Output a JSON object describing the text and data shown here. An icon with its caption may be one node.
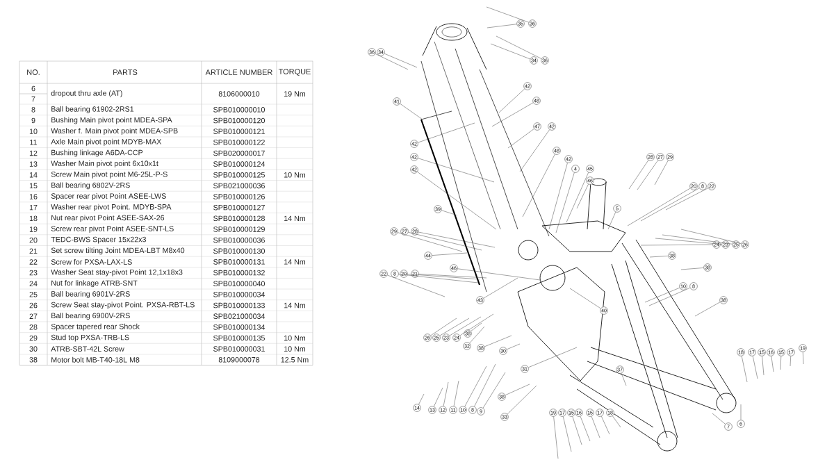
{
  "diagram": {
    "nodes": [
      {
        "text": [
          "35"
        ]
      },
      {
        "text": [
          "36"
        ]
      },
      {
        "text": [
          "36"
        ]
      },
      {
        "text": [
          "34"
        ]
      },
      {
        "text": [
          "34"
        ]
      },
      {
        "text": [
          "36"
        ]
      },
      {
        "text": [
          "42"
        ]
      },
      {
        "text": [
          "41"
        ]
      },
      {
        "text": [
          "48"
        ]
      },
      {
        "text": [
          "47"
        ]
      },
      {
        "text": [
          "42"
        ]
      },
      {
        "text": [
          "42"
        ]
      },
      {
        "text": [
          "42"
        ]
      },
      {
        "text": [
          "28"
        ]
      },
      {
        "text": [
          "27"
        ]
      },
      {
        "text": [
          "29"
        ]
      },
      {
        "text": [
          "42"
        ]
      },
      {
        "text": [
          "48"
        ]
      },
      {
        "text": [
          "42"
        ]
      },
      {
        "text": [
          "4"
        ]
      },
      {
        "text": [
          "45"
        ]
      },
      {
        "text": [
          "46"
        ]
      },
      {
        "text": [
          "20"
        ]
      },
      {
        "text": [
          "8"
        ]
      },
      {
        "text": [
          "22"
        ]
      },
      {
        "text": [
          "5"
        ]
      },
      {
        "text": [
          "39"
        ]
      },
      {
        "text": [
          "29"
        ]
      },
      {
        "text": [
          "27"
        ]
      },
      {
        "text": [
          "28"
        ]
      },
      {
        "text": [
          "24"
        ]
      },
      {
        "text": [
          "23"
        ]
      },
      {
        "text": [
          "25"
        ]
      },
      {
        "text": [
          "26"
        ]
      },
      {
        "text": [
          "44"
        ]
      },
      {
        "text": [
          "38"
        ]
      },
      {
        "text": [
          "46"
        ]
      },
      {
        "text": [
          "38"
        ]
      },
      {
        "text": [
          "22"
        ]
      },
      {
        "text": [
          "8"
        ]
      },
      {
        "text": [
          "20"
        ]
      },
      {
        "text": [
          "21"
        ]
      },
      {
        "text": [
          "10"
        ]
      },
      {
        "text": [
          "8"
        ]
      },
      {
        "text": [
          "38"
        ]
      },
      {
        "text": [
          "43"
        ]
      },
      {
        "text": [
          "40"
        ]
      },
      {
        "text": [
          "38"
        ]
      },
      {
        "text": [
          "26"
        ]
      },
      {
        "text": [
          "25"
        ]
      },
      {
        "text": [
          "23"
        ]
      },
      {
        "text": [
          "24"
        ]
      },
      {
        "text": [
          "32"
        ]
      },
      {
        "text": [
          "38"
        ]
      },
      {
        "text": [
          "30"
        ]
      },
      {
        "text": [
          "18"
        ]
      },
      {
        "text": [
          "17"
        ]
      },
      {
        "text": [
          "15"
        ]
      },
      {
        "text": [
          "16"
        ]
      },
      {
        "text": [
          "15"
        ]
      },
      {
        "text": [
          "17"
        ]
      },
      {
        "text": [
          "19"
        ]
      },
      {
        "text": [
          "31"
        ]
      },
      {
        "text": [
          "37"
        ]
      },
      {
        "text": [
          "38"
        ]
      },
      {
        "text": [
          "14"
        ]
      },
      {
        "text": [
          "13"
        ]
      },
      {
        "text": [
          "12"
        ]
      },
      {
        "text": [
          "11"
        ]
      },
      {
        "text": [
          "10"
        ]
      },
      {
        "text": [
          "8"
        ]
      },
      {
        "text": [
          "9"
        ]
      },
      {
        "text": [
          "19"
        ]
      },
      {
        "text": [
          "17"
        ]
      },
      {
        "text": [
          "15"
        ]
      },
      {
        "text": [
          "16"
        ]
      },
      {
        "text": [
          "15"
        ]
      },
      {
        "text": [
          "17"
        ]
      },
      {
        "text": [
          "18"
        ]
      },
      {
        "text": [
          "33"
        ]
      },
      {
        "text": [
          "7"
        ]
      },
      {
        "text": [
          "6"
        ]
      }
    ],
    "edges": [
      {
        "from": 0,
        "to": null,
        "arrow": "none"
      },
      {
        "from": 1,
        "to": null,
        "arrow": "none"
      },
      {
        "from": 2,
        "to": null,
        "arrow": "none"
      },
      {
        "from": 3,
        "to": null,
        "arrow": "none"
      },
      {
        "from": 4,
        "to": null,
        "arrow": "none"
      },
      {
        "from": 5,
        "to": null,
        "arrow": "none"
      },
      {
        "from": 6,
        "to": null,
        "arrow": "none"
      },
      {
        "from": 7,
        "to": null,
        "arrow": "none"
      },
      {
        "from": 8,
        "to": null,
        "arrow": "none"
      },
      {
        "from": 9,
        "to": null,
        "arrow": "none"
      },
      {
        "from": 10,
        "to": null,
        "arrow": "none"
      },
      {
        "from": 11,
        "to": null,
        "arrow": "none"
      },
      {
        "from": 12,
        "to": null,
        "arrow": "none"
      },
      {
        "from": 13,
        "to": null,
        "arrow": "none"
      },
      {
        "from": 14,
        "to": null,
        "arrow": "none"
      },
      {
        "from": 15,
        "to": null,
        "arrow": "none"
      },
      {
        "from": 16,
        "to": null,
        "arrow": "none"
      },
      {
        "from": 17,
        "to": null,
        "arrow": "none"
      },
      {
        "from": 18,
        "to": null,
        "arrow": "none"
      },
      {
        "from": 19,
        "to": null,
        "arrow": "none"
      },
      {
        "from": 20,
        "to": null,
        "arrow": "none"
      },
      {
        "from": 21,
        "to": null,
        "arrow": "none"
      },
      {
        "from": 22,
        "to": null,
        "arrow": "none"
      },
      {
        "from": 23,
        "to": null,
        "arrow": "none"
      },
      {
        "from": 24,
        "to": null,
        "arrow": "none"
      },
      {
        "from": 25,
        "to": null,
        "arrow": "none"
      },
      {
        "from": 26,
        "to": null,
        "arrow": "none"
      },
      {
        "from": 27,
        "to": null,
        "arrow": "none"
      },
      {
        "from": 28,
        "to": null,
        "arrow": "none"
      },
      {
        "from": 29,
        "to": null,
        "arrow": "none"
      },
      {
        "from": 30,
        "to": null,
        "arrow": "none"
      },
      {
        "from": 31,
        "to": null,
        "arrow": "none"
      },
      {
        "from": 32,
        "to": null,
        "arrow": "none"
      },
      {
        "from": 33,
        "to": null,
        "arrow": "none"
      },
      {
        "from": 34,
        "to": null,
        "arrow": "none"
      },
      {
        "from": 35,
        "to": null,
        "arrow": "none"
      },
      {
        "from": 36,
        "to": null,
        "arrow": "none"
      },
      {
        "from": 37,
        "to": null,
        "arrow": "none"
      },
      {
        "from": 38,
        "to": null,
        "arrow": "none"
      },
      {
        "from": 39,
        "to": null,
        "arrow": "none"
      },
      {
        "from": 40,
        "to": null,
        "arrow": "none"
      },
      {
        "from": 41,
        "to": null,
        "arrow": "none"
      },
      {
        "from": 42,
        "to": null,
        "arrow": "none"
      },
      {
        "from": 43,
        "to": null,
        "arrow": "none"
      },
      {
        "from": 44,
        "to": null,
        "arrow": "none"
      },
      {
        "from": 45,
        "to": null,
        "arrow": "none"
      },
      {
        "from": 46,
        "to": null,
        "arrow": "none"
      },
      {
        "from": 47,
        "to": null,
        "arrow": "none"
      },
      {
        "from": 48,
        "to": null,
        "arrow": "none"
      },
      {
        "from": 49,
        "to": null,
        "arrow": "none"
      },
      {
        "from": 50,
        "to": null,
        "arrow": "none"
      },
      {
        "from": 51,
        "to": null,
        "arrow": "none"
      },
      {
        "from": 52,
        "to": null,
        "arrow": "none"
      },
      {
        "from": 53,
        "to": null,
        "arrow": "none"
      },
      {
        "from": 54,
        "to": null,
        "arrow": "none"
      },
      {
        "from": 55,
        "to": null,
        "arrow": "none"
      },
      {
        "from": 56,
        "to": null,
        "arrow": "none"
      },
      {
        "from": 57,
        "to": null,
        "arrow": "none"
      },
      {
        "from": 58,
        "to": null,
        "arrow": "none"
      },
      {
        "from": 59,
        "to": null,
        "arrow": "none"
      },
      {
        "from": 60,
        "to": null,
        "arrow": "none"
      },
      {
        "from": 61,
        "to": null,
        "arrow": "none"
      },
      {
        "from": 62,
        "to": null,
        "arrow": "none"
      },
      {
        "from": 63,
        "to": null,
        "arrow": "none"
      },
      {
        "from": 64,
        "to": null,
        "arrow": "none"
      },
      {
        "from": 65,
        "to": null,
        "arrow": "none"
      },
      {
        "from": 66,
        "to": null,
        "arrow": "none"
      },
      {
        "from": 67,
        "to": null,
        "arrow": "none"
      },
      {
        "from": 68,
        "to": null,
        "arrow": "none"
      },
      {
        "from": 69,
        "to": null,
        "arrow": "none"
      },
      {
        "from": 70,
        "to": null,
        "arrow": "none"
      },
      {
        "from": 71,
        "to": null,
        "arrow": "none"
      },
      {
        "from": 72,
        "to": null,
        "arrow": "none"
      },
      {
        "from": 73,
        "to": null,
        "arrow": "none"
      },
      {
        "from": 74,
        "to": null,
        "arrow": "none"
      },
      {
        "from": 75,
        "to": null,
        "arrow": "none"
      },
      {
        "from": 76,
        "to": null,
        "arrow": "none"
      },
      {
        "from": 77,
        "to": null,
        "arrow": "none"
      },
      {
        "from": 78,
        "to": null,
        "arrow": "none"
      },
      {
        "from": 79,
        "to": null,
        "arrow": "none"
      },
      {
        "from": 80,
        "to": null,
        "arrow": "none"
      },
      {
        "from": 81,
        "to": null,
        "arrow": "none"
      }
    ],
    "labels": [
      "NO.",
      "PARTS",
      "ARTICLE NUMBER",
      "TORQUE",
      "6",
      "dropout thru axle (AT)",
      "8106000010",
      "19 Nm",
      "7",
      "8",
      "Ball bearing 61902-2RS1",
      "SPB010000010",
      "9",
      "Bushing Main pivot point MDEA-SPA",
      "SPB010000120",
      "10",
      "Washer f. Main pivot point MDEA-SPB",
      "SPB010000121",
      "11",
      "Axle Main pivot point MDYB-MAX",
      "SPB010000122",
      "12",
      "Bushing linkage A6DA-CCP",
      "SPB020000017",
      "13",
      "Washer Main pivot point 6x10x1t",
      "SPB010000124",
      "14",
      "Screw Main pivot point M6-25L-P-S",
      "SPB010000125",
      "10 Nm",
      "15",
      "Ball bearing 6802V-2RS",
      "SPB021000036",
      "16",
      "Spacer rear pivot Point ASEE-LWS",
      "SPB010000126",
      "17",
      "Washer rear pivot Point. MDYB-SPA",
      "SPB010000127",
      "18",
      "Nut rear pivot Point ASEE-SAX-26",
      "SPB010000128",
      "14 Nm",
      "19",
      "Screw rear pivot Point ASEE-SNT-LS",
      "SPB010000129",
      "20",
      "TEDC-BWS Spacer 15x22x3",
      "SPB010000036",
      "21",
      "Set screw tilting Joint MDEA-LBT M8x40",
      "SPB010000130",
      "22",
      "Screw for PXSA-LAX-LS",
      "SPB010000131",
      "14 Nm",
      "23",
      "Washer Seat stay-pivot Point 12,1x18x3",
      "SPB010000132",
      "24",
      "Nut for linkage ATRB-SNT",
      "SPB010000040",
      "25",
      "Ball bearing 6901V-2RS",
      "SPB010000034",
      "26",
      "Screw Seat stay-pivot Point. PXSA-RBT-LS",
      "SPB010000133",
      "14 Nm",
      "27",
      "Ball bearing 6900V-2RS",
      "SPB021000034",
      "28",
      "Spacer tapered rear Shock",
      "SPB010000134",
      "29",
      "Stud top PXSA-TRB-LS",
      "SPB010000135",
      "10 Nm",
      "30",
      "ATRB-SBT-42L Screw",
      "SPB010000031",
      "10 Nm",
      "38",
      "Motor bolt MB-T40-18L M8",
      "8109000078",
      "12.5 Nm"
    ]
  }
}
